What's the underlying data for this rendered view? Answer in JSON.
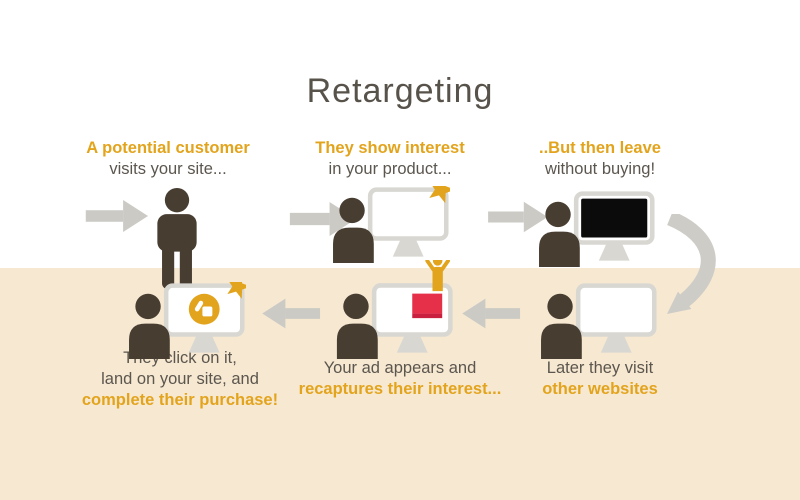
{
  "title": "Retargeting",
  "colors": {
    "accent_gold": "#E3A41D",
    "text_gray": "#5B564E",
    "title_gray": "#57524A",
    "figure_brown": "#473D31",
    "monitor_gray": "#D8D7D2",
    "arrow_gray": "#CBCAC5",
    "band_beige": "#F7E8D1",
    "ad_red": "#E6304A",
    "ad_red_dark": "#C9203F",
    "screen_black": "#0B0B0B"
  },
  "steps": [
    {
      "icon": "standing-person-icon",
      "line1": "A potential customer",
      "line2": "visits your site..."
    },
    {
      "icon": "person-at-computer-star-icon",
      "line1": "They show interest",
      "line2": "in your product..."
    },
    {
      "icon": "person-at-computer-black-screen-icon",
      "line1": "..But then leave",
      "line2": "without buying!"
    },
    {
      "icon": "person-at-computer-icon",
      "line1": "Later they visit",
      "line2": "other websites"
    },
    {
      "icon": "person-at-computer-ad-icon",
      "line1": "Your ad appears and",
      "line2": "recaptures their interest..."
    },
    {
      "icon": "person-at-computer-thumbs-up-icon",
      "line1": "They click on it,",
      "line2": "land on your site, and",
      "line3": "complete their purchase!"
    }
  ],
  "icons": [
    "arrow-right-icon",
    "standing-person-icon",
    "arrow-right-icon",
    "person-at-computer-star-icon",
    "arrow-right-icon",
    "person-at-computer-black-screen-icon",
    "curved-down-arrow-icon",
    "person-at-computer-icon",
    "arrow-left-icon",
    "person-at-computer-ad-icon",
    "cheering-person-icon",
    "arrow-left-icon",
    "person-at-computer-thumbs-up-icon",
    "star-icon",
    "thumbs-up-icon"
  ]
}
